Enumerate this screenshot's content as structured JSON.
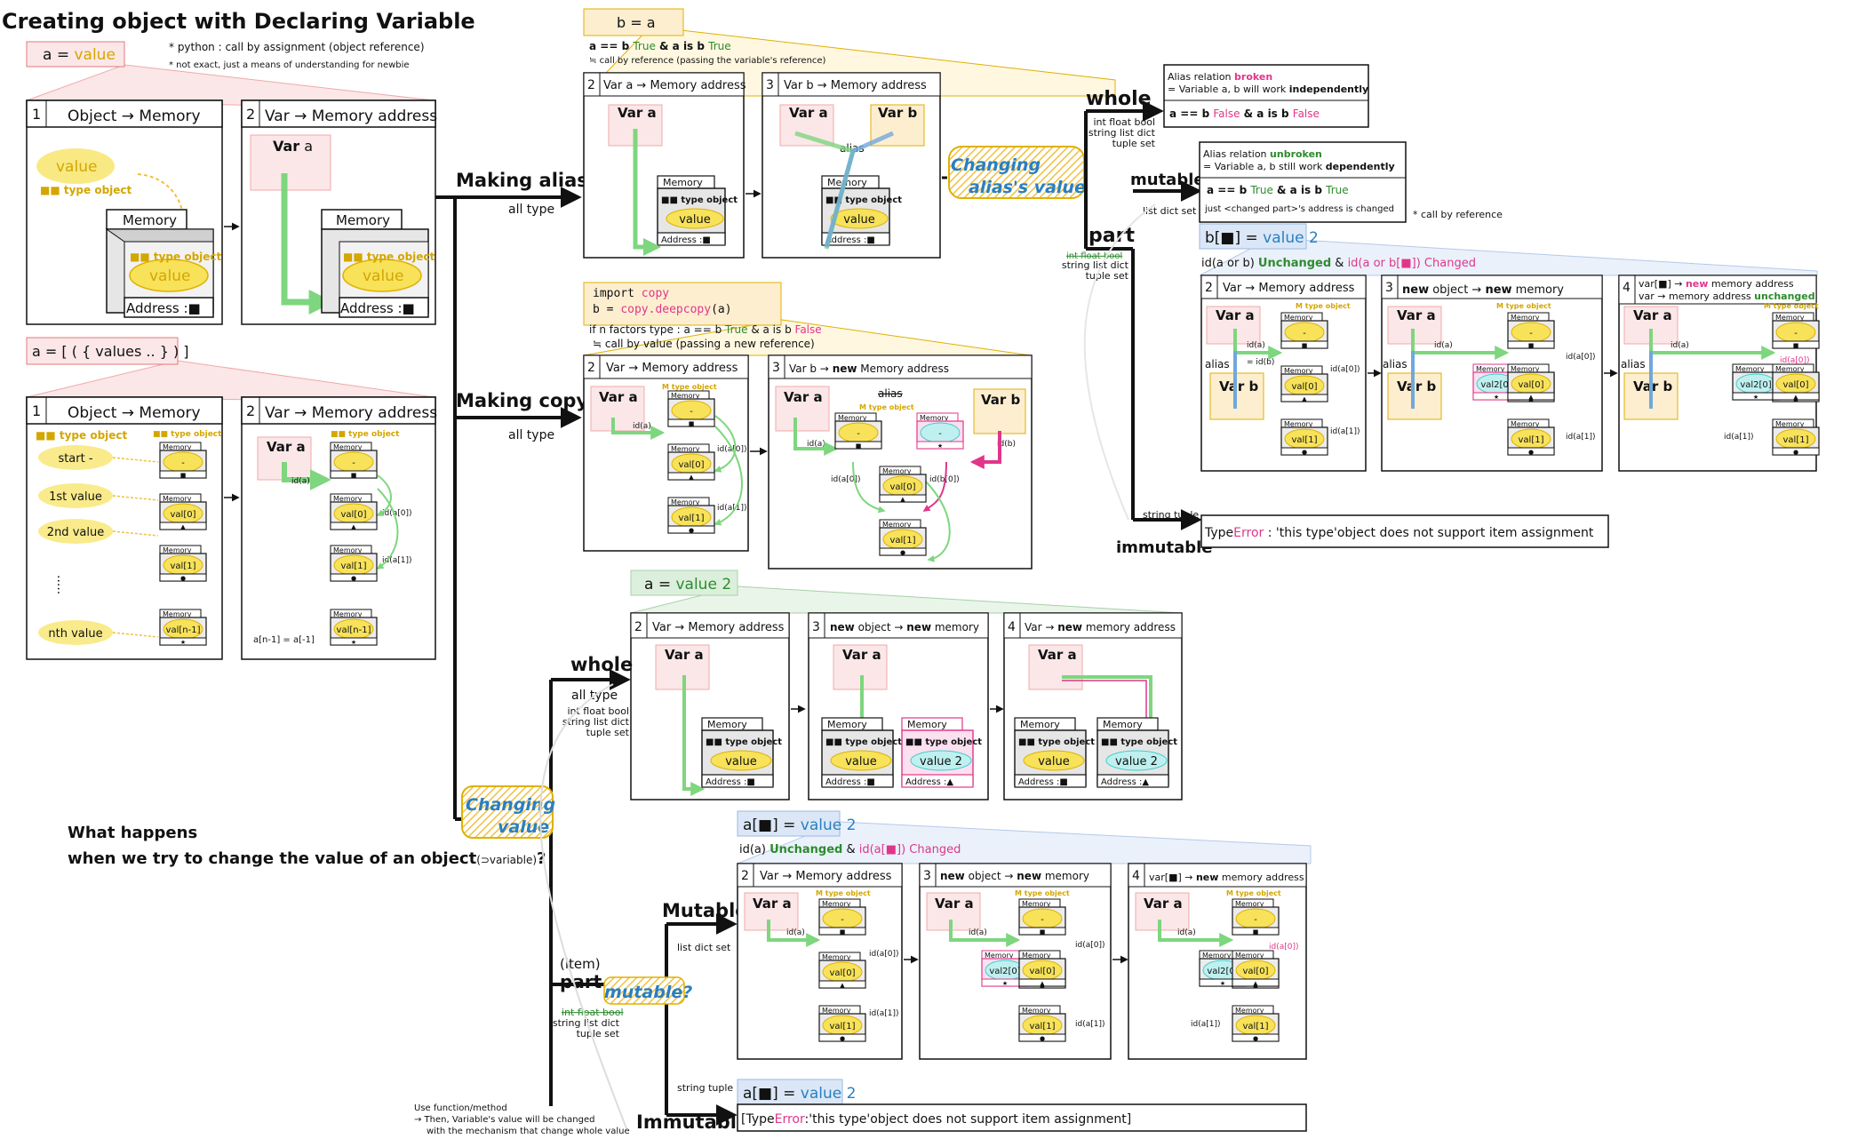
{
  "title": "Creating object with Declaring Variable",
  "notes": {
    "python_call": "* python : call by assignment (object reference)",
    "not_exact": "* not exact, just a means of understanding for newbie",
    "call_by_ref": "* call by reference",
    "use_function": "Use function/method",
    "then_changed": "→ Then, Variable's value will be changed",
    "mechanism": "with the mechanism that change whole value"
  },
  "question": {
    "line1": "What happens",
    "line2": "when we try to change the value of an object",
    "line2_sub": "(⊃variable)",
    "line2_end": "?"
  },
  "sec_a_value": {
    "header_var": "a",
    "header_eq": " = ",
    "header_val": "value",
    "p1": {
      "num": "1",
      "title": "Object → Memory",
      "bubble": "value",
      "type_label": "■■ type object",
      "memory": "Memory",
      "inner": "value",
      "inner_type": "■■ type object",
      "address": "Address :■"
    },
    "p2": {
      "num": "2",
      "title": "Var → Memory address",
      "var": "Var",
      "var_name": " a",
      "memory": "Memory",
      "inner": "value",
      "inner_type": "■■ type object",
      "address": "Address :■"
    }
  },
  "sec_a_list": {
    "header": "a = [ ( { values .. } ) ]",
    "p1": {
      "num": "1",
      "title": "Object → Memory",
      "type_label": "■■ type object",
      "type_label2": "■■ type object",
      "items": [
        "start -",
        "1st value",
        "2nd value",
        "nth value"
      ],
      "dots": "·····",
      "mem_vals": [
        "-",
        "val[0]",
        "val[1]",
        "val[n-1]"
      ],
      "memory": "Memory"
    },
    "p2": {
      "num": "2",
      "title": "Var → Memory address",
      "var": "Var a",
      "id_a": "id(a)",
      "id_a0": "id(a[0])",
      "id_a1": "id(a[1])",
      "last_note": "a[n-1] = a[-1]",
      "type_label": "■■ type object",
      "mem_vals": [
        "-",
        "val[0]",
        "val[1]",
        "val[n-1]"
      ]
    }
  },
  "main_branches": {
    "making_alias": "Making alias",
    "making_alias_sub": "all type",
    "making_copy": "Making copy",
    "making_copy_sub": "all type",
    "changing_value_1": "Changing",
    "changing_value_2": "value"
  },
  "alias": {
    "header": "b = a",
    "cond_a": "a == b ",
    "cond_true": "True",
    "cond_and": " & ",
    "cond_b": "a is b ",
    "cond_true2": "True",
    "note": "≒ call by reference (passing the variable's reference)",
    "p2": {
      "num": "2",
      "title": "Var a → Memory address",
      "var": "Var a",
      "memory": "Memory",
      "type": "■■ type object",
      "val": "value",
      "address": "Address :■"
    },
    "p3": {
      "num": "3",
      "title": "Var b → Memory address",
      "var_a": "Var a",
      "var_b": "Var b",
      "alias": "alias",
      "memory": "Memory",
      "type": "■■ type object",
      "val": "value",
      "address": "Address :■"
    },
    "changing_1": "Changing",
    "changing_2": "alias's value",
    "whole": "whole",
    "whole_types": [
      "int float bool",
      "string list dict",
      "tuple set"
    ],
    "part": "part",
    "part_types_strike": "int float bool",
    "part_types": [
      "string list dict",
      "tuple set"
    ],
    "mutable": "mutable",
    "mutable_types": "list dict set",
    "immutable": "immutable",
    "immutable_types": "string tuple",
    "broken_box": {
      "l1": "Alias relation ",
      "l1_c": "broken",
      "l2": "= Variable a, b will work ",
      "l2_b": "independently",
      "cond_a": "a == b ",
      "cond_f": "False",
      "cond_and": " & ",
      "cond_b": "a is b ",
      "cond_f2": "False"
    },
    "unbroken_box": {
      "l1": "Alias relation ",
      "l1_c": "unbroken",
      "l2": "= Variable a, b still work ",
      "l2_b": "dependently",
      "cond_a": "a == b ",
      "cond_t": "True",
      "cond_and": " & ",
      "cond_b": "a is b ",
      "cond_t2": "True",
      "l4": "just <changed part>'s address is changed"
    },
    "type_error": "TypeError",
    "type_error_prefix": "Type",
    "type_error_msg": " : 'this type'object does not support item assignment"
  },
  "b_item": {
    "header_pre": "b[■] = ",
    "header_val": "value 2",
    "cond_pre": "id(a or b) ",
    "cond_unchanged": "Unchanged",
    "cond_and": " & ",
    "cond_changed_pre": "id(a or b[■]) ",
    "cond_changed": "Changed",
    "p2": {
      "num": "2",
      "title": "Var → Memory address",
      "var_a": "Var a",
      "var_b": "Var b",
      "alias": "alias",
      "id_a": "id(a)",
      "id_b": "= id(b)",
      "id_a0": "id(a[0])",
      "id_a1": "id(a[1])",
      "type": "M type object",
      "memory": "Memory",
      "vals": [
        "-",
        "val[0]",
        "val[1]"
      ]
    },
    "p3": {
      "num": "3",
      "title_new": "new",
      "title_mid": " object → ",
      "title_new2": "new",
      "title_end": " memory",
      "var_a": "Var a",
      "var_b": "Var b",
      "alias": "alias",
      "id_a": "id(a)",
      "id_a0": "id(a[0])",
      "id_a1": "id(a[1])",
      "type": "M type object",
      "memory": "Memory",
      "vals": [
        "-",
        "val[0]",
        "val[1]"
      ],
      "new_val": "val2[0]"
    },
    "p4": {
      "num": "4",
      "t1_pre": "var[■] → ",
      "t1_new": "new",
      "t1_end": " memory address",
      "t2_pre": "var → memory address ",
      "t2_c": "unchanged",
      "var_a": "Var a",
      "var_b": "Var b",
      "alias": "alias",
      "id_a": "id(a)",
      "id_a0": "id(a[0])",
      "id_a1": "id(a[1])",
      "type": "M type object",
      "memory": "Memory",
      "vals": [
        "-",
        "val[0]",
        "val[1]"
      ],
      "new_val": "val2[0]"
    }
  },
  "copy": {
    "import_kw": "import ",
    "import_mod": "copy",
    "b_eq": "b = ",
    "deepcopy": "copy.deepcopy",
    "deepcopy_arg": "(a)",
    "cond": "if n factors type : a == b ",
    "cond_true": "True",
    "cond_and": " & a is b ",
    "cond_false": "False",
    "note": "≒ call by value (passing a new reference)",
    "p2": {
      "num": "2",
      "title": "Var → Memory address",
      "var": "Var a",
      "type": "M type object",
      "memory": "Memory",
      "id_a": "id(a)",
      "id_a0": "id(a[0])",
      "id_a1": "id(a[1])",
      "vals": [
        "-",
        "val[0]",
        "val[1]"
      ]
    },
    "p3": {
      "num": "3",
      "title_pre": "Var b → ",
      "title_new": "new",
      "title_end": " Memory address",
      "var_a": "Var a",
      "var_b": "Var b",
      "alias": "alias",
      "type": "M type object",
      "memory": "Memory",
      "id_a": "id(a)",
      "id_b": "id(b)",
      "id_a0": "id(a[0])",
      "id_b0": "id(b[0])",
      "vals": [
        "-",
        "val[0]",
        "val[1]"
      ]
    }
  },
  "change_value": {
    "whole": "whole",
    "whole_sub": "all type",
    "whole_types": [
      "int float bool",
      "string list dict",
      "tuple set"
    ],
    "part_item": "(item)",
    "part": "part",
    "part_types_strike": "int float bool",
    "part_types": [
      "string list dict",
      "tuple set"
    ],
    "mutable_q": "mutable?",
    "mutable": "Mutable",
    "mutable_types": "list dict set",
    "immutable": "Immutable",
    "immutable_types": "string tuple",
    "a2": {
      "header_pre": "a = ",
      "header_val": "value 2",
      "p2": {
        "num": "2",
        "title": "Var → Memory address",
        "var": "Var a",
        "memory": "Memory",
        "type": "■■ type object",
        "val": "value",
        "address": "Address :■"
      },
      "p3": {
        "num": "3",
        "title_new": "new",
        "title_mid": " object → ",
        "title_new2": "new",
        "title_end": " memory",
        "var": "Var a",
        "memory": "Memory",
        "type": "■■ type object",
        "val": "value",
        "val2": "value 2",
        "address": "Address :■",
        "address2": "Address :▲"
      },
      "p4": {
        "num": "4",
        "title_pre": "Var → ",
        "title_new": "new",
        "title_end": " memory address",
        "var": "Var a",
        "memory": "Memory",
        "type": "■■ type object",
        "val": "value",
        "val2": "value 2",
        "address": "Address :■",
        "address2": "Address :▲"
      }
    },
    "a_item": {
      "header_pre": "a[■] = ",
      "header_val": "value 2",
      "cond_pre": "id(a) ",
      "cond_unchanged": "Unchanged",
      "cond_and": " & ",
      "cond_changed_pre": "id(a[■]) ",
      "cond_changed": "Changed",
      "p2": {
        "num": "2",
        "title": "Var → Memory address",
        "var": "Var a",
        "type": "M type object",
        "memory": "Memory",
        "id_a": "id(a)",
        "id_a0": "id(a[0])",
        "id_a1": "id(a[1])",
        "vals": [
          "-",
          "val[0]",
          "val[1]"
        ]
      },
      "p3": {
        "num": "3",
        "title_new": "new",
        "title_mid": " object → ",
        "title_new2": "new",
        "title_end": " memory",
        "var": "Var a",
        "type": "M type object",
        "memory": "Memory",
        "id_a": "id(a)",
        "id_a0": "id(a[0])",
        "id_a1": "id(a[1])",
        "vals": [
          "-",
          "val[0]",
          "val[1]"
        ],
        "new_val": "val2[0]"
      },
      "p4": {
        "num": "4",
        "title_pre": "var[■] → ",
        "title_new": "new",
        "title_end": " memory address",
        "var": "Var a",
        "type": "M type object",
        "memory": "Memory",
        "id_a": "id(a)",
        "id_a0": "id(a[0])",
        "id_a1": "id(a[1])",
        "vals": [
          "-",
          "val[0]",
          "val[1]"
        ],
        "new_val": "val2[0]"
      }
    },
    "immut_header_pre": "a[■] = ",
    "immut_header_val": "value 2",
    "immut_error_pre": "[Type",
    "immut_error": "Error",
    "immut_error_msg": ":'this type'object does not support item assignment]"
  },
  "colors": {
    "yellow": "#f7e25a",
    "yellow_border": "#e0b000",
    "pink_bg": "#fbe7e8",
    "pink_border": "#f0a9a9",
    "green_arrow": "#7ed67e",
    "blue_arrow": "#6fa8dc",
    "magenta": "#e0368a",
    "orange_bg": "#fdeed0"
  }
}
